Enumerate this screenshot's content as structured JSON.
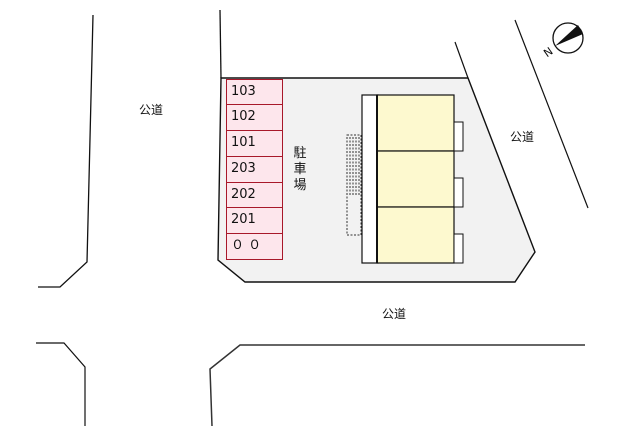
{
  "map": {
    "roads": {
      "north_west_label": "公道",
      "east_label": "公道",
      "south_label": "公道"
    },
    "parking": {
      "label": "駐車場",
      "label_chars": [
        "駐",
        "車",
        "場"
      ],
      "slots": [
        {
          "label": "103"
        },
        {
          "label": "102"
        },
        {
          "label": "101"
        },
        {
          "label": "203"
        },
        {
          "label": "202"
        },
        {
          "label": "201"
        },
        {
          "label": "０ ０"
        }
      ]
    },
    "building": {
      "units": 3
    },
    "compass": {
      "letter": "N"
    },
    "colors": {
      "lot_fill": "#f2f2f2",
      "building_fill": "#fdf9cf",
      "parking_fill": "#fde6ec",
      "parking_border": "#a8182a",
      "line": "#111111"
    }
  }
}
